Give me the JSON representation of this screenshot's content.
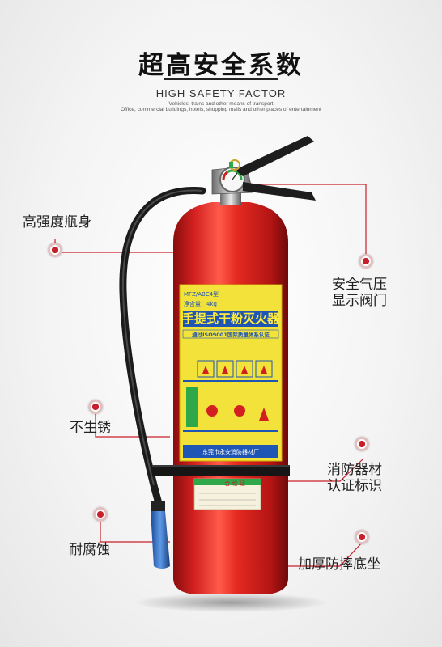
{
  "header": {
    "title": "超高安全系数",
    "subtitle": "HIGH SAFETY FACTOR",
    "tagline1": "Vehicles, trains and other means of transport",
    "tagline2": "Office, commercial buildings, hotels, shopping malls and other places of entertainment"
  },
  "features": {
    "bottle_body": "高强度瓶身",
    "pressure_line1": "安全气压",
    "pressure_line2": "显示阀门",
    "rustproof": "不生锈",
    "cert_line1": "消防器材",
    "cert_line2": "认证标识",
    "corrosion": "耐腐蚀",
    "base": "加厚防摔底坐"
  },
  "product_label": {
    "model": "MFZ/ABC4型",
    "net_weight": "净含量：4kg",
    "name": "手提式干粉灭火器",
    "iso": "通过ISO9001国际质量体系认证",
    "maker": "东莞市永安消防器材厂",
    "qualified": "合 格 证"
  },
  "colors": {
    "cylinder": "#d81e1e",
    "label_yellow": "#f2e23a",
    "label_blue": "#1f55b5",
    "accent_red": "#c8202a",
    "nozzle_blue": "#2e6fc4"
  }
}
